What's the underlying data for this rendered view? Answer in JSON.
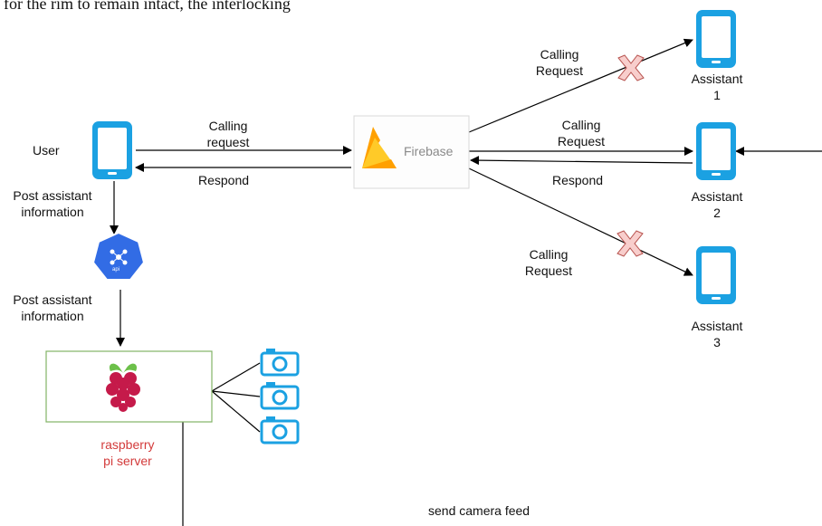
{
  "top_text": "for the rim to remain intact, the interlocking",
  "nodes": {
    "user": "User",
    "firebase": "Firebase",
    "api": "api",
    "assistant1": [
      "Assistant",
      "1"
    ],
    "assistant2": [
      "Assistant",
      "2"
    ],
    "assistant3": [
      "Assistant",
      "3"
    ],
    "raspberry": [
      "raspberry",
      "pi server"
    ]
  },
  "edges": {
    "user_to_firebase": [
      "Calling",
      "request"
    ],
    "firebase_to_user": "Respond",
    "firebase_to_a1": [
      "Calling",
      "Request"
    ],
    "firebase_to_a2": [
      "Calling",
      "Request"
    ],
    "a2_to_firebase": "Respond",
    "firebase_to_a3": [
      "Calling",
      "Request"
    ],
    "user_to_api": [
      "Post assistant",
      "information"
    ],
    "api_to_pi": [
      "Post assistant",
      "information"
    ],
    "camera_feed": "send camera feed"
  },
  "colors": {
    "device": "#1ba1e2",
    "pi_box_border": "#82b366",
    "cross": "#f8cecc",
    "cross_stroke": "#b85450",
    "api": "#326ce5",
    "raspberry_red": "#d33b3b"
  }
}
